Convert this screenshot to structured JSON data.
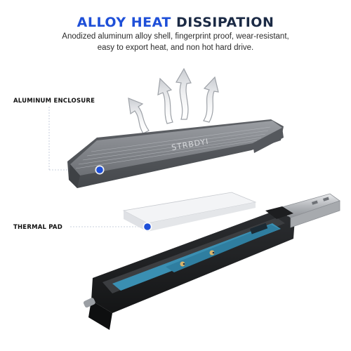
{
  "header": {
    "title_accent": "ALLOY HEAT",
    "title_rest": "DISSIPATION",
    "subtitle_line1": "Anodized aluminum alloy shell, fingerprint proof, wear-resistant,",
    "subtitle_line2": "easy to export heat, and non hot hard drive."
  },
  "callouts": {
    "enclosure": "ALUMINUM ENCLOSURE",
    "pad": "THERMAL PAD"
  },
  "product": {
    "brand": "STRBDYI"
  },
  "colors": {
    "accent": "#1e4fd8",
    "dark_text": "#1b2a45",
    "shell": "#75787d",
    "pcb": "#3a8fb2",
    "marker": "#1e4fd8"
  },
  "icons": {
    "heat": "wavy-up-arrow-icon",
    "marker": "blue-dot-marker-icon"
  }
}
